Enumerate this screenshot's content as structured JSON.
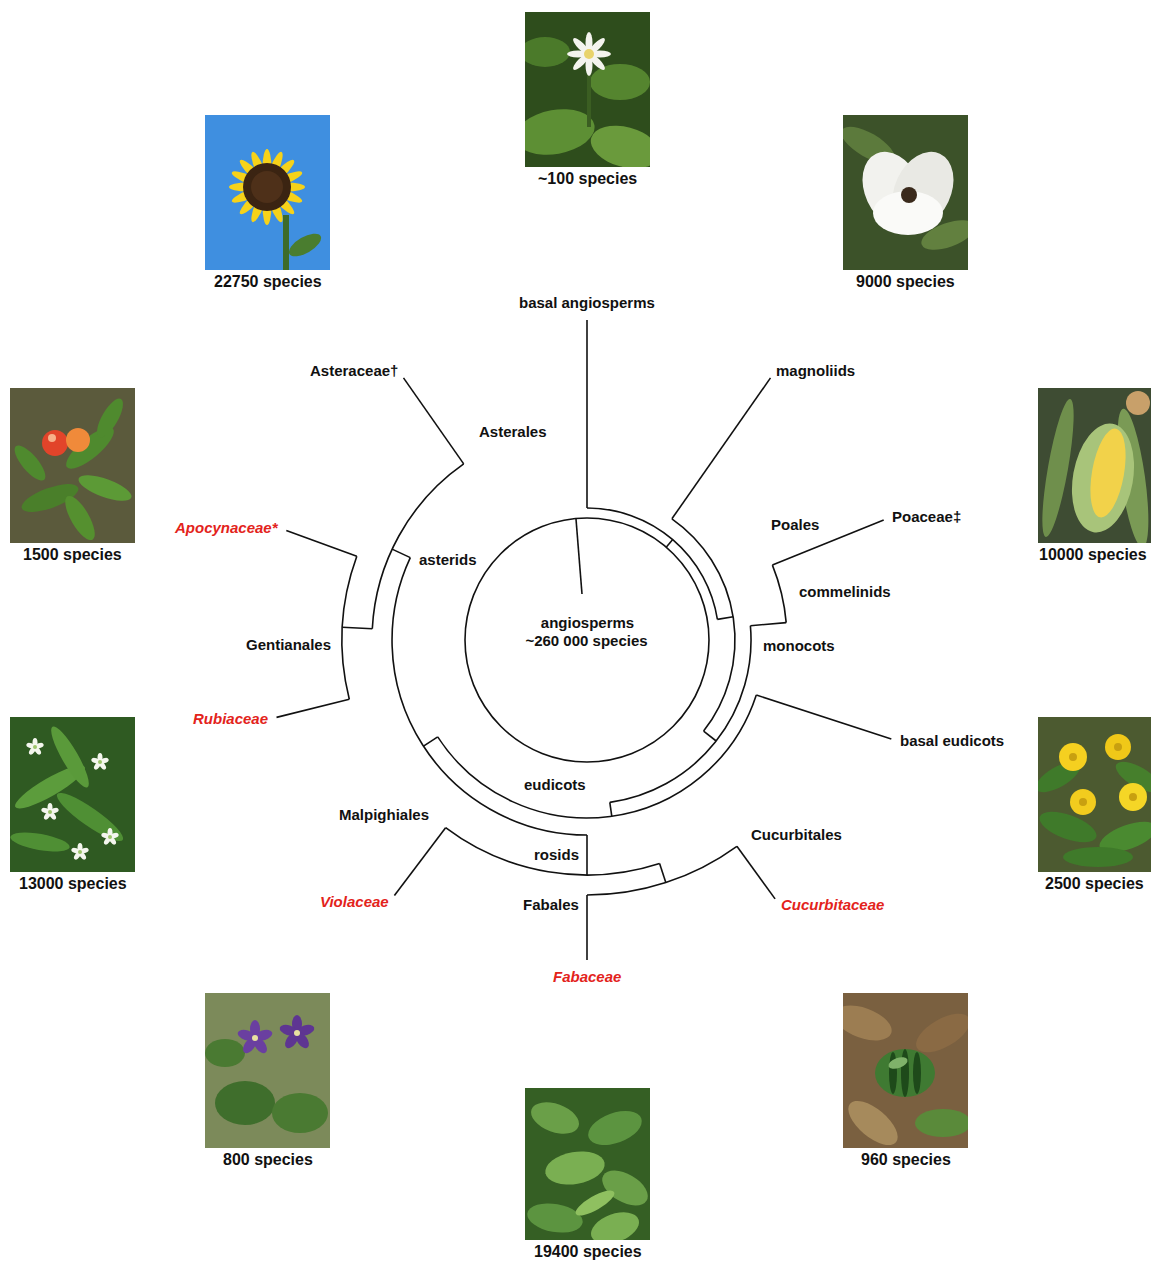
{
  "diagram": {
    "nodes": [
      {
        "text": [
          "~100 species"
        ]
      },
      {
        "text": [
          "22750 species"
        ]
      },
      {
        "text": [
          "9000 species"
        ]
      },
      {
        "text": [
          "1500 species"
        ]
      },
      {
        "text": [
          "10000 species"
        ]
      },
      {
        "text": [
          "13000 species"
        ]
      },
      {
        "text": [
          "2500 species"
        ]
      },
      {
        "text": [
          "800 species"
        ]
      },
      {
        "text": [
          "960 species"
        ]
      },
      {
        "text": [
          "19400 species"
        ]
      }
    ],
    "labels": [
      "basal angiosperms",
      "magnoliids",
      "Asteraceae†",
      "Asterales",
      "Poaceae‡",
      "Poales",
      "Apocynaceae*",
      "asterids",
      "commelinids",
      "angiosperms ~260 000 species",
      "Gentianales",
      "monocots",
      "basal eudicots",
      "Rubiaceae",
      "eudicots",
      "Malpighiales",
      "rosids",
      "Cucurbitales",
      "Fabales",
      "Violaceae",
      "Cucurbitaceae",
      "Fabaceae"
    ]
  }
}
